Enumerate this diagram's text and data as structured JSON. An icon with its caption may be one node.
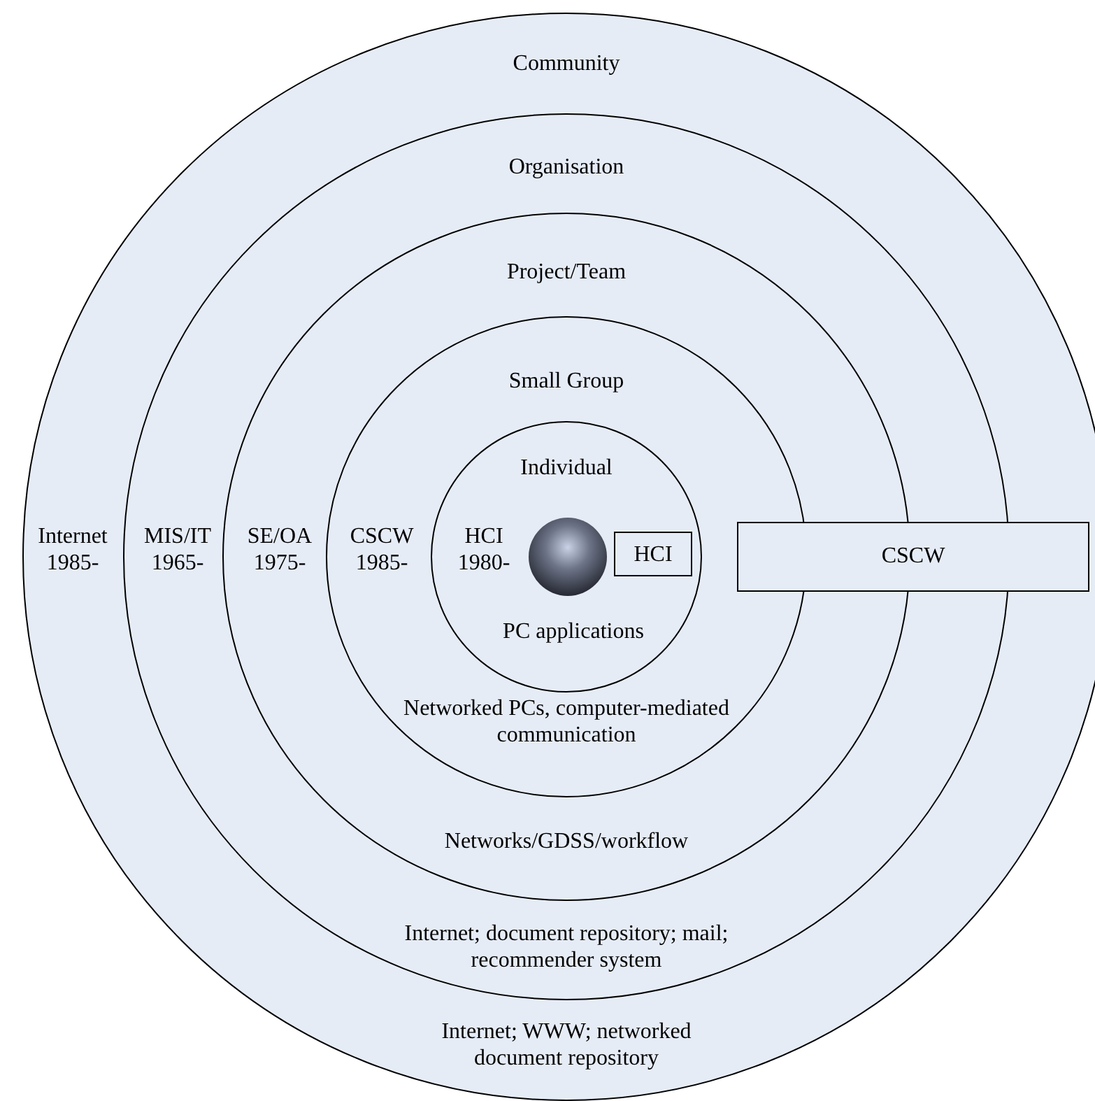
{
  "diagram": {
    "nodes": [
      {
        "text": [
          "Community",
          "Internet 1985-",
          "Internet; WWW; networked document repository"
        ]
      },
      {
        "text": [
          "Organisation",
          "MIS/IT 1965-",
          "Internet; document repository; mail; recommender system"
        ],
        "in": 0
      },
      {
        "text": [
          "Project/Team",
          "SE/OA 1975-",
          "Networks/GDSS/workflow"
        ],
        "in": 1
      },
      {
        "text": [
          "Small Group",
          "CSCW 1985-",
          "Networked PCs, computer-mediated communication"
        ],
        "in": 2
      },
      {
        "text": [
          "Individual",
          "HCI 1980-",
          "PC applications"
        ],
        "in": 3
      },
      {
        "text": [],
        "shape": "circle",
        "in": 4
      },
      {
        "text": [
          "HCI"
        ],
        "in": 4
      },
      {
        "text": [
          "CSCW"
        ],
        "in": 0
      }
    ]
  }
}
